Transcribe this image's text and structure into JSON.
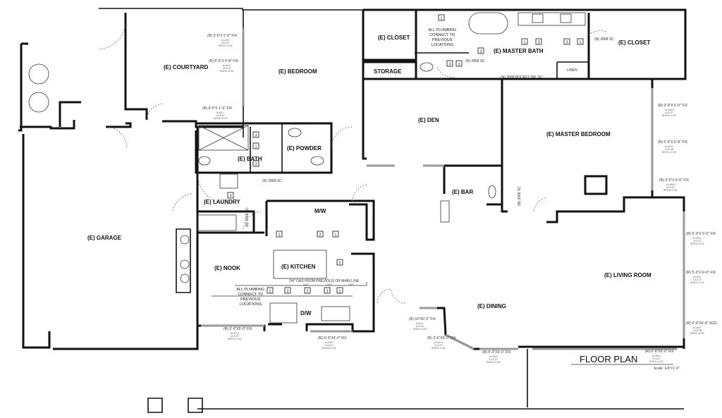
{
  "title": "FLOOR PLAN",
  "scale": "Scale: 1/4\"=1'-0\"",
  "rooms": {
    "courtyard": "(E)  COURTYARD",
    "bedroom": "(E)  BEDROOM",
    "closet_1": "(E)  CLOSET",
    "storage": "STORAGE",
    "master_bath": "(E)  MASTER BATH",
    "closet_2": "(E)  CLOSET",
    "linen": "LINEN",
    "den": "(E)  DEN",
    "master_bedroom": "(E)  MASTER BEDROOM",
    "bath": "(E)  BATH",
    "powder": "(E)  POWDER",
    "laundry": "(E)  LAUNDRY",
    "bar": "(E)  BAR",
    "microwave": "M/W",
    "garage": "(E) GARAGE",
    "nook": "(E) NOOK",
    "kitchen": "(E)  KITCHEN",
    "living_room": "(E)  LIVING ROOM",
    "dining": "(E)  DINING",
    "dishwasher": "D/W"
  },
  "notes": {
    "plumbing_master": [
      "ALL PLUMBING",
      "CONNECT TO",
      "PREVIOUS",
      "LOCATIONS."
    ],
    "plumbing_kitchen": [
      "ALL PLUMBING",
      "CONNECT TO",
      "PREVIOUS",
      "LOCATIONS."
    ],
    "gas_line": "3/4\" GAS FROM PREVIOUS OR MAIN LINE",
    "gas": "GAS"
  },
  "doors": {
    "master_bath_door": "(N) 2868 SC",
    "pocket_door": "(N) 3068 POCKET DR. SC",
    "closet_door": "(N) 2868 SC",
    "bath_door": "(N) 2868 SC",
    "laundry_door": "(N) 2868 SC",
    "bar_door": "(N) 3068 SC"
  },
  "windows": [
    {
      "label": "(R) 3'-0\"X 6'-0\" FIX",
      "a": "A=18.0",
      "u": "U=0.27",
      "shgc": "SHGC=0.32"
    },
    {
      "label": "(R) 6'-0\"X 6'-8\" FIX",
      "a": "A=40.0",
      "u": "U=0.27",
      "shgc": "SHGC=0.32"
    },
    {
      "label": "(R) 4'-0\"X 1'-6\" FIX",
      "a": "A=6.0",
      "u": "U=0.27",
      "shgc": "SHGC=0.32"
    },
    {
      "label": "(R) 3'-0\"X 6'-0\" FIX",
      "a": "A=180.0",
      "u": "U=0.27",
      "shgc": "SHGC=0.32"
    },
    {
      "label": "(R) 6'-0\"X 6'-8\" FIX",
      "a": "A=40.0",
      "u": "U=0.28",
      "shgc": "SHGC=0.30"
    },
    {
      "label": "(R) 3'-0\"X 6'-0\" FIX",
      "a": "A=180.0",
      "u": "U=0.27",
      "shgc": "SHGC=0.32"
    },
    {
      "label": "(R) 5'-0\"X 6'-0\" FIX",
      "a": "A=30.0",
      "u": "U=0.27",
      "shgc": "SHGC=0.32"
    },
    {
      "label": "(R) 5'-0\"X 6'-0\" FIX",
      "a": "A=30.0",
      "u": "U=0.27",
      "shgc": "SHGC=0.33"
    },
    {
      "label": "(R) 6'-0\"X6'-8\" SGD",
      "a": "A=40.0",
      "u": "U=0.28",
      "shgc": "SHGC=0.30"
    },
    {
      "label": "(R) 6'-0\"X6'-0\" FIX",
      "a": "A=36.0",
      "u": "U=0.27",
      "shgc": "SHGC=0.32"
    },
    {
      "label": "(R) 6'-0\"X6'-0\" FIX",
      "a": "A=36.0",
      "u": "U=0.27",
      "shgc": "SHGC=0.32"
    },
    {
      "label": "(R) 3'-6\"X6'-0\" FIX",
      "a": "A=21.0",
      "u": "U=0.27",
      "shgc": "SHGC=0.32"
    },
    {
      "label": "(R) 16\"X6'-0\" FIX",
      "a": "A=8.0",
      "u": "U=0.27",
      "shgc": "SHGC=0.32"
    },
    {
      "label": "(R) 6'-0\"X4'-0\" FIX",
      "a": "A=24.0",
      "u": "U=0.27",
      "shgc": "SHGC=0.32"
    },
    {
      "label": "(R) 6'-0\"X5'-0\" FIX",
      "a": "A=40.0",
      "u": "U=0.27",
      "shgc": "SHGC=0.32"
    }
  ],
  "tags": {
    "one": "1",
    "two": "2",
    "three": "3"
  }
}
